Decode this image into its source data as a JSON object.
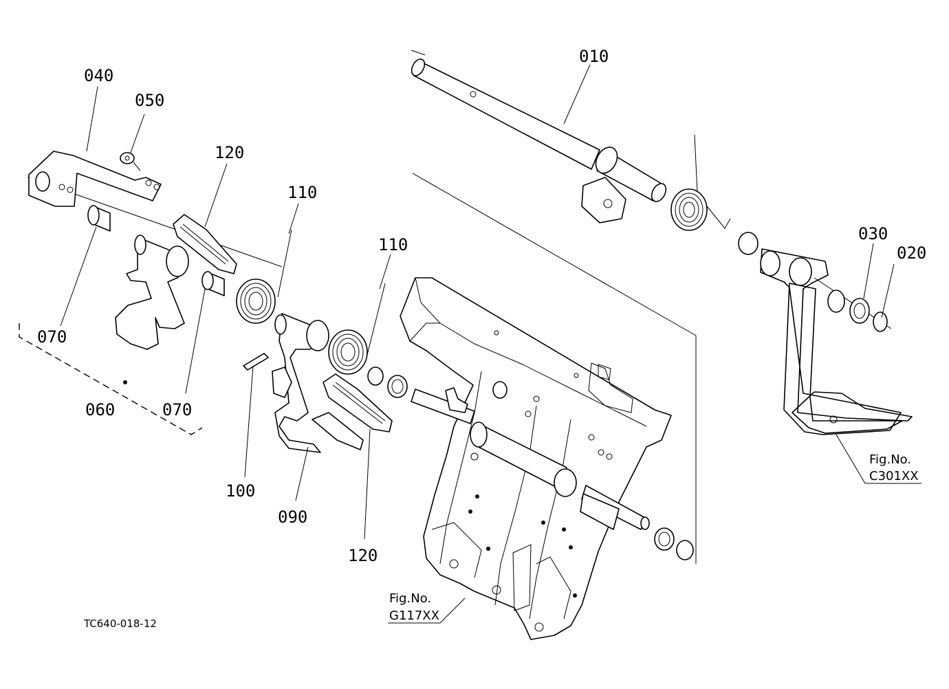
{
  "labels": {
    "p010": "010",
    "p020": "020",
    "p030": "030",
    "p040": "040",
    "p050": "050",
    "p060": "060",
    "p070a": "070",
    "p070b": "070",
    "p090": "090",
    "p100": "100",
    "p110a": "110",
    "p110b": "110",
    "p120a": "120",
    "p120b": "120"
  },
  "fig_refs": {
    "ref1": {
      "title": "Fig.No.",
      "code": "C301XX"
    },
    "ref2": {
      "title": "Fig.No.",
      "code": "G117XX"
    }
  },
  "drawing_code": "TC640-018-12"
}
